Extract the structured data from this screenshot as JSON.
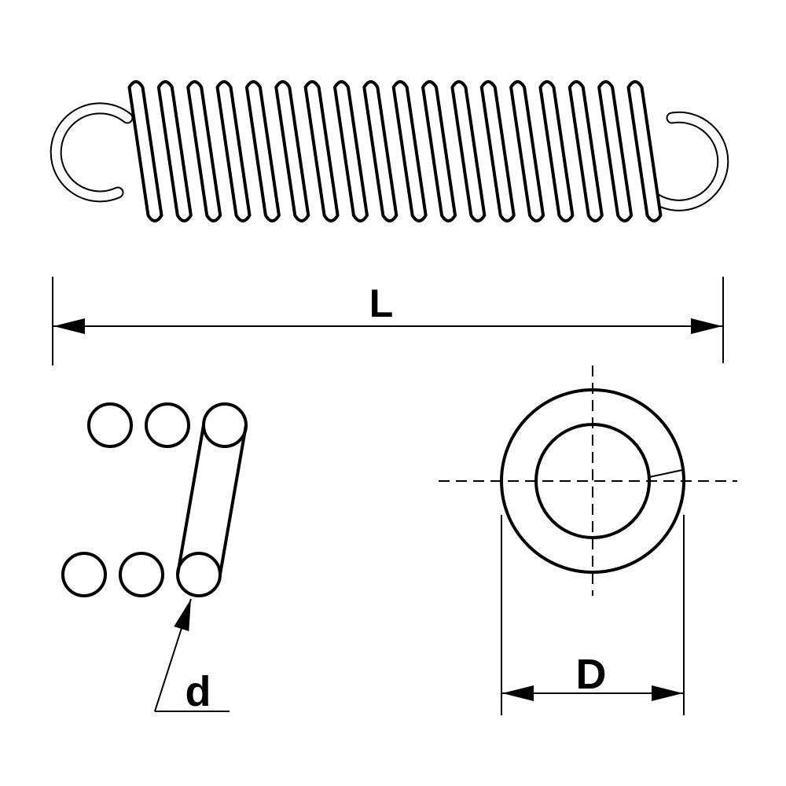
{
  "diagram": {
    "subject": "extension-spring",
    "labels": {
      "overall_length": "L",
      "wire_diameter": "d",
      "outer_diameter": "D"
    }
  },
  "colors": {
    "line": "#000000",
    "background": "#ffffff"
  }
}
